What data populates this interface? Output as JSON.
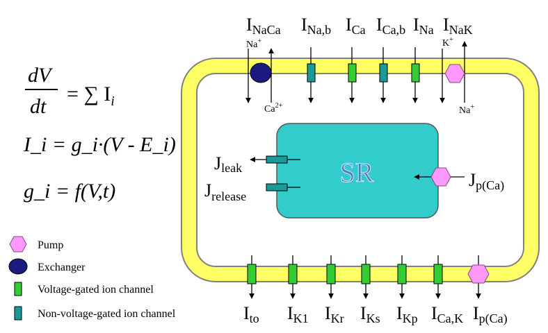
{
  "equations": {
    "eq1": {
      "numerator": "dV",
      "denominator": "dt",
      "rhs": "= ∑ I",
      "rhs_sub": "i"
    },
    "eq2": "I_i = g_i·(V - E_i)",
    "eq3": "g_i = f(V,t)"
  },
  "top_currents": [
    {
      "main": "I",
      "sub": "NaCa"
    },
    {
      "main": "I",
      "sub": "Na,b"
    },
    {
      "main": "I",
      "sub": "Ca"
    },
    {
      "main": "I",
      "sub": "Ca,b"
    },
    {
      "main": "I",
      "sub": "Na"
    },
    {
      "main": "I",
      "sub": "NaK"
    }
  ],
  "bottom_currents": [
    {
      "main": "I",
      "sub": "to"
    },
    {
      "main": "I",
      "sub": "K1"
    },
    {
      "main": "I",
      "sub": "Kr"
    },
    {
      "main": "I",
      "sub": "Ks"
    },
    {
      "main": "I",
      "sub": "Kp"
    },
    {
      "main": "I",
      "sub": "Ca,K"
    },
    {
      "main": "I",
      "sub": "p(Ca)"
    }
  ],
  "ion_labels": {
    "exchanger_in": "Na+",
    "exchanger_out": "Ca2+",
    "pump_in": "K+",
    "pump_out": "Na+"
  },
  "sr": {
    "label": "SR",
    "fluxes": [
      {
        "main": "J",
        "sub": "leak"
      },
      {
        "main": "J",
        "sub": "release"
      },
      {
        "main": "J",
        "sub": "p(Ca)"
      }
    ]
  },
  "legend": [
    {
      "icon": "pump-icon",
      "label": "Pump"
    },
    {
      "icon": "exchanger-icon",
      "label": "Exchanger"
    },
    {
      "icon": "voltage-gated-channel-icon",
      "label": "Voltage-gated ion channel"
    },
    {
      "icon": "non-voltage-gated-channel-icon",
      "label": "Non-voltage-gated ion channel"
    }
  ],
  "colors": {
    "membrane_fill": "#ffff66",
    "membrane_stroke": "#808080",
    "sr_fill": "#33cccc",
    "pump": "#ff99ff",
    "exchanger": "#1a1a80",
    "voltage_gated": "#33cc33",
    "non_voltage_gated": "#1a9999"
  }
}
